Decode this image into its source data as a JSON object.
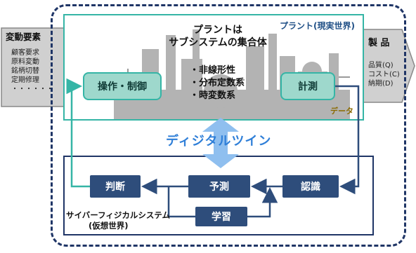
{
  "plant": {
    "title": "プラント(現実世界)",
    "heading": [
      "プラントは",
      "サブシステムの集合体"
    ],
    "properties": [
      "・非線形性",
      "・分布定数系",
      "・時変数系"
    ],
    "data_label": "データ"
  },
  "boxes": {
    "operation_control": "操作・制御",
    "measurement": "計測",
    "judgment": "判断",
    "prediction": "予測",
    "recognition": "認識",
    "learning": "学習"
  },
  "digital_twin": "ディジタルツイン",
  "cps": {
    "title": [
      "サイバーフィジカルシステム",
      "(仮想世界)"
    ]
  },
  "inputs": {
    "title": "変動要素",
    "items": [
      "顧客要求",
      "原料変動",
      "銘柄切替",
      "定期修理",
      "・・・・・・"
    ]
  },
  "outputs": {
    "title": "製 品",
    "items": [
      "品質(Q)",
      "コスト(C)",
      "納期(D)"
    ]
  },
  "colors": {
    "teal": "#35b5a6",
    "light_teal": "#9ed8cc",
    "navy": "#2e4d7b",
    "dark_navy": "#1f3566",
    "twin_blue": "#2f7fd8"
  }
}
